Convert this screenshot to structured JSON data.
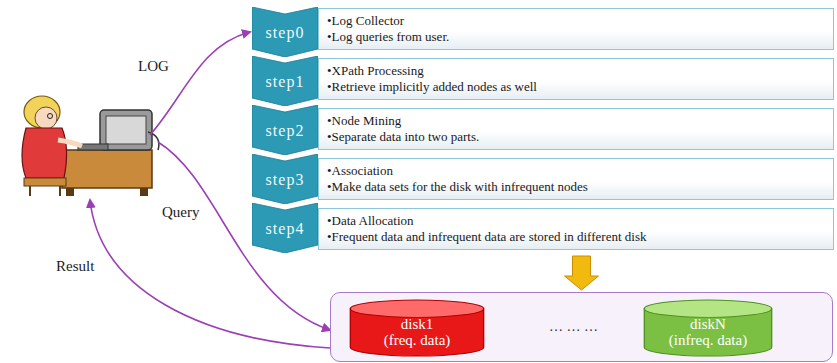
{
  "diagram": {
    "nodes": [
      {
        "text": [
          "step0"
        ]
      },
      {
        "text": [
          "•Log Collector",
          "•Log queries from user."
        ]
      },
      {
        "text": [
          "step1"
        ]
      },
      {
        "text": [
          "•XPath Processing",
          "•Retrieve implicitly added nodes as well"
        ]
      },
      {
        "text": [
          "step2"
        ]
      },
      {
        "text": [
          "•Node Mining",
          "•Separate data into two parts."
        ]
      },
      {
        "text": [
          "step3"
        ]
      },
      {
        "text": [
          "•Association",
          "•Make data sets for the disk with infrequent nodes"
        ]
      },
      {
        "text": [
          "step4"
        ]
      },
      {
        "text": [
          "•Data Allocation",
          "•Frequent data and infrequent data are stored in different disk"
        ]
      },
      {
        "text": [
          "… … …"
        ]
      },
      {
        "text": [
          "disk1",
          "(freq. data)"
        ],
        "in": 10
      },
      {
        "text": [
          "diskN",
          "(infreq. data)"
        ],
        "in": 10
      }
    ],
    "edges": [
      {
        "from": 9,
        "to": 10,
        "arrow": "to"
      }
    ],
    "labels": [
      "LOG",
      "Query",
      "Result"
    ]
  }
}
